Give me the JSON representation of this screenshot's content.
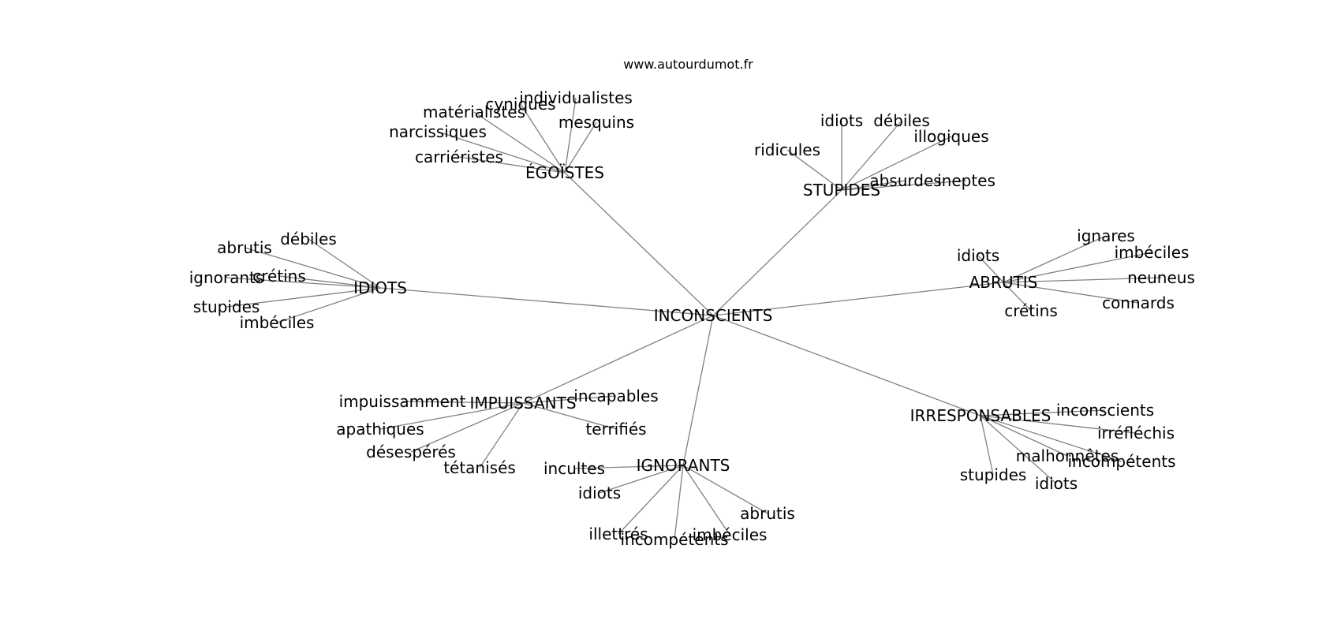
{
  "site_caption": "www.autourdumot.fr",
  "graph": {
    "center": "INCONSCIENTS",
    "branches": [
      {
        "label": "ÉGOÏSTES",
        "leaves": [
          "individualistes",
          "cyniques",
          "matérialistes",
          "mesquins",
          "narcissiques",
          "carriéristes"
        ]
      },
      {
        "label": "STUPIDES",
        "leaves": [
          "idiots",
          "débiles",
          "illogiques",
          "ridicules",
          "absurdes",
          "ineptes"
        ]
      },
      {
        "label": "ABRUTIS",
        "leaves": [
          "ignares",
          "imbéciles",
          "idiots",
          "neuneus",
          "connards",
          "crétins"
        ]
      },
      {
        "label": "IDIOTS",
        "leaves": [
          "débiles",
          "abrutis",
          "crétins",
          "ignorants",
          "stupides",
          "imbéciles"
        ]
      },
      {
        "label": "IMPUISSANTS",
        "leaves": [
          "impuissamment",
          "incapables",
          "apathiques",
          "terrifiés",
          "désespérés",
          "tétanisés"
        ]
      },
      {
        "label": "IGNORANTS",
        "leaves": [
          "incultes",
          "idiots",
          "abrutis",
          "illettrés",
          "imbéciles",
          "incompétents"
        ]
      },
      {
        "label": "IRRESPONSABLES",
        "leaves": [
          "inconscients",
          "irréfléchis",
          "malhonnêtes",
          "incompétents",
          "stupides",
          "idiots"
        ]
      }
    ]
  }
}
